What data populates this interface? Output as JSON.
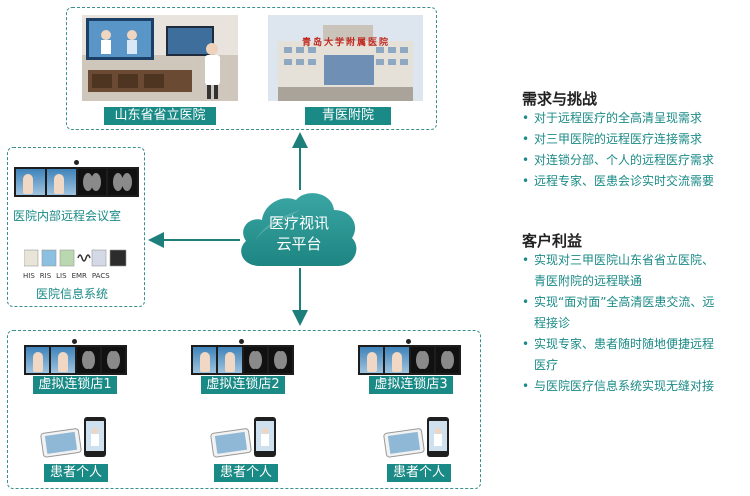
{
  "cloud": {
    "line1": "医疗视讯",
    "line2": "云平台"
  },
  "top": {
    "hospital1": "山东省省立医院",
    "hospital2": "青医附院",
    "sign_text": "青岛大学附属医院"
  },
  "left": {
    "meeting_room": "医院内部远程会议室",
    "info_system": "医院信息系统",
    "modules": [
      "HIS",
      "RIS",
      "LIS",
      "EMR",
      "PACS"
    ]
  },
  "bottom": {
    "stores": [
      "虚拟连锁店1",
      "虚拟连锁店2",
      "虚拟连锁店3"
    ],
    "patients": [
      "患者个人",
      "患者个人",
      "患者个人"
    ]
  },
  "right": {
    "challenges_title": "需求与挑战",
    "challenges": [
      "对于远程医疗的全高清呈现需求",
      "对三甲医院的远程医疗连接需求",
      "对连锁分部、个人的远程医疗需求",
      "远程专家、医患会诊实时交流需要"
    ],
    "benefits_title": "客户利益",
    "benefits": [
      [
        "实现对三甲医院山东省省立医院、",
        "青医附院的远程联通"
      ],
      [
        "实现“面对面”全高清医患交流、远",
        "程接诊"
      ],
      [
        "实现专家、患者随时随地便捷远程",
        "医疗"
      ],
      [
        "与医院医疗信息系统实现无缝对接"
      ]
    ]
  },
  "colors": {
    "teal": "#1a8a86",
    "border": "#3a8f8c",
    "arrow": "#1c7f7b"
  }
}
